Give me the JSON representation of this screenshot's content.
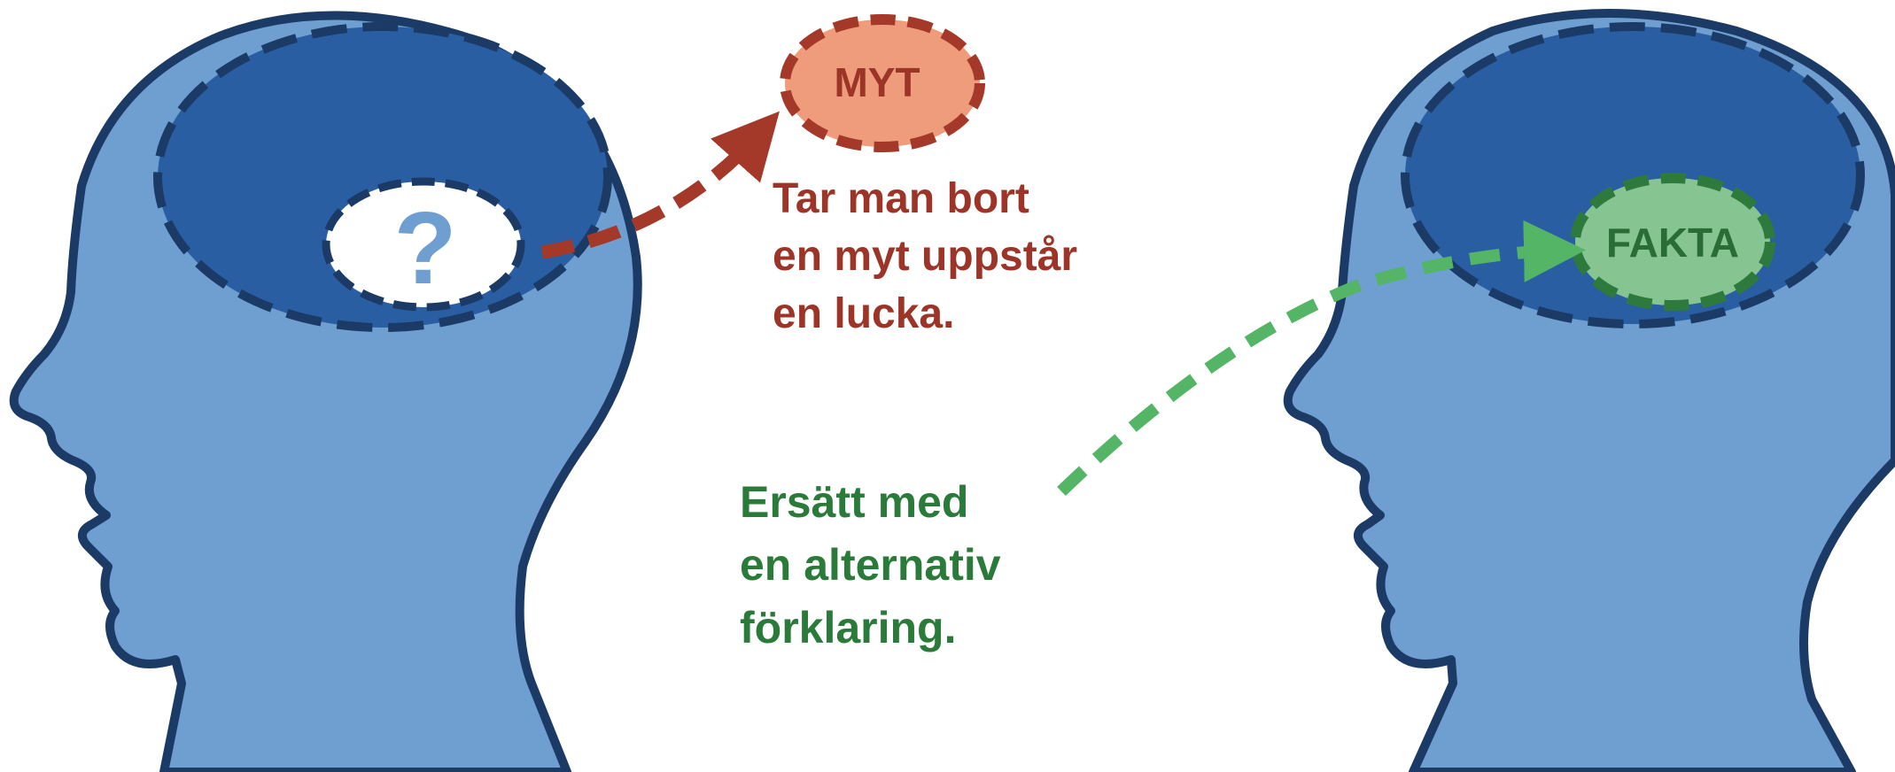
{
  "labels": {
    "myth": "MYT",
    "question_mark": "?",
    "fact": "FAKTA"
  },
  "captions": {
    "remove_myth": [
      "Tar man bort",
      "en myt uppstår",
      "en lucka."
    ],
    "replace": [
      "Ersätt med",
      "en alternativ",
      "förklaring."
    ]
  },
  "colors": {
    "head_fill": "#6e9fd0",
    "head_outline": "#1b3a66",
    "brain_fill": "#2a5ea3",
    "brain_dash": "#1b3a66",
    "gap_fill": "#ffffff",
    "question_mark": "#6e9fd0",
    "myth_fill": "#ee9c7c",
    "myth_border": "#a4392a",
    "myth_text": "#9c3527",
    "myth_arrow": "#a4392a",
    "fact_fill": "#86c492",
    "fact_border": "#2e7a3c",
    "fact_text": "#2a6c36",
    "fact_arrow": "#53b565",
    "caption_myth": "#9c3527",
    "caption_fact": "#2a7a3a"
  }
}
